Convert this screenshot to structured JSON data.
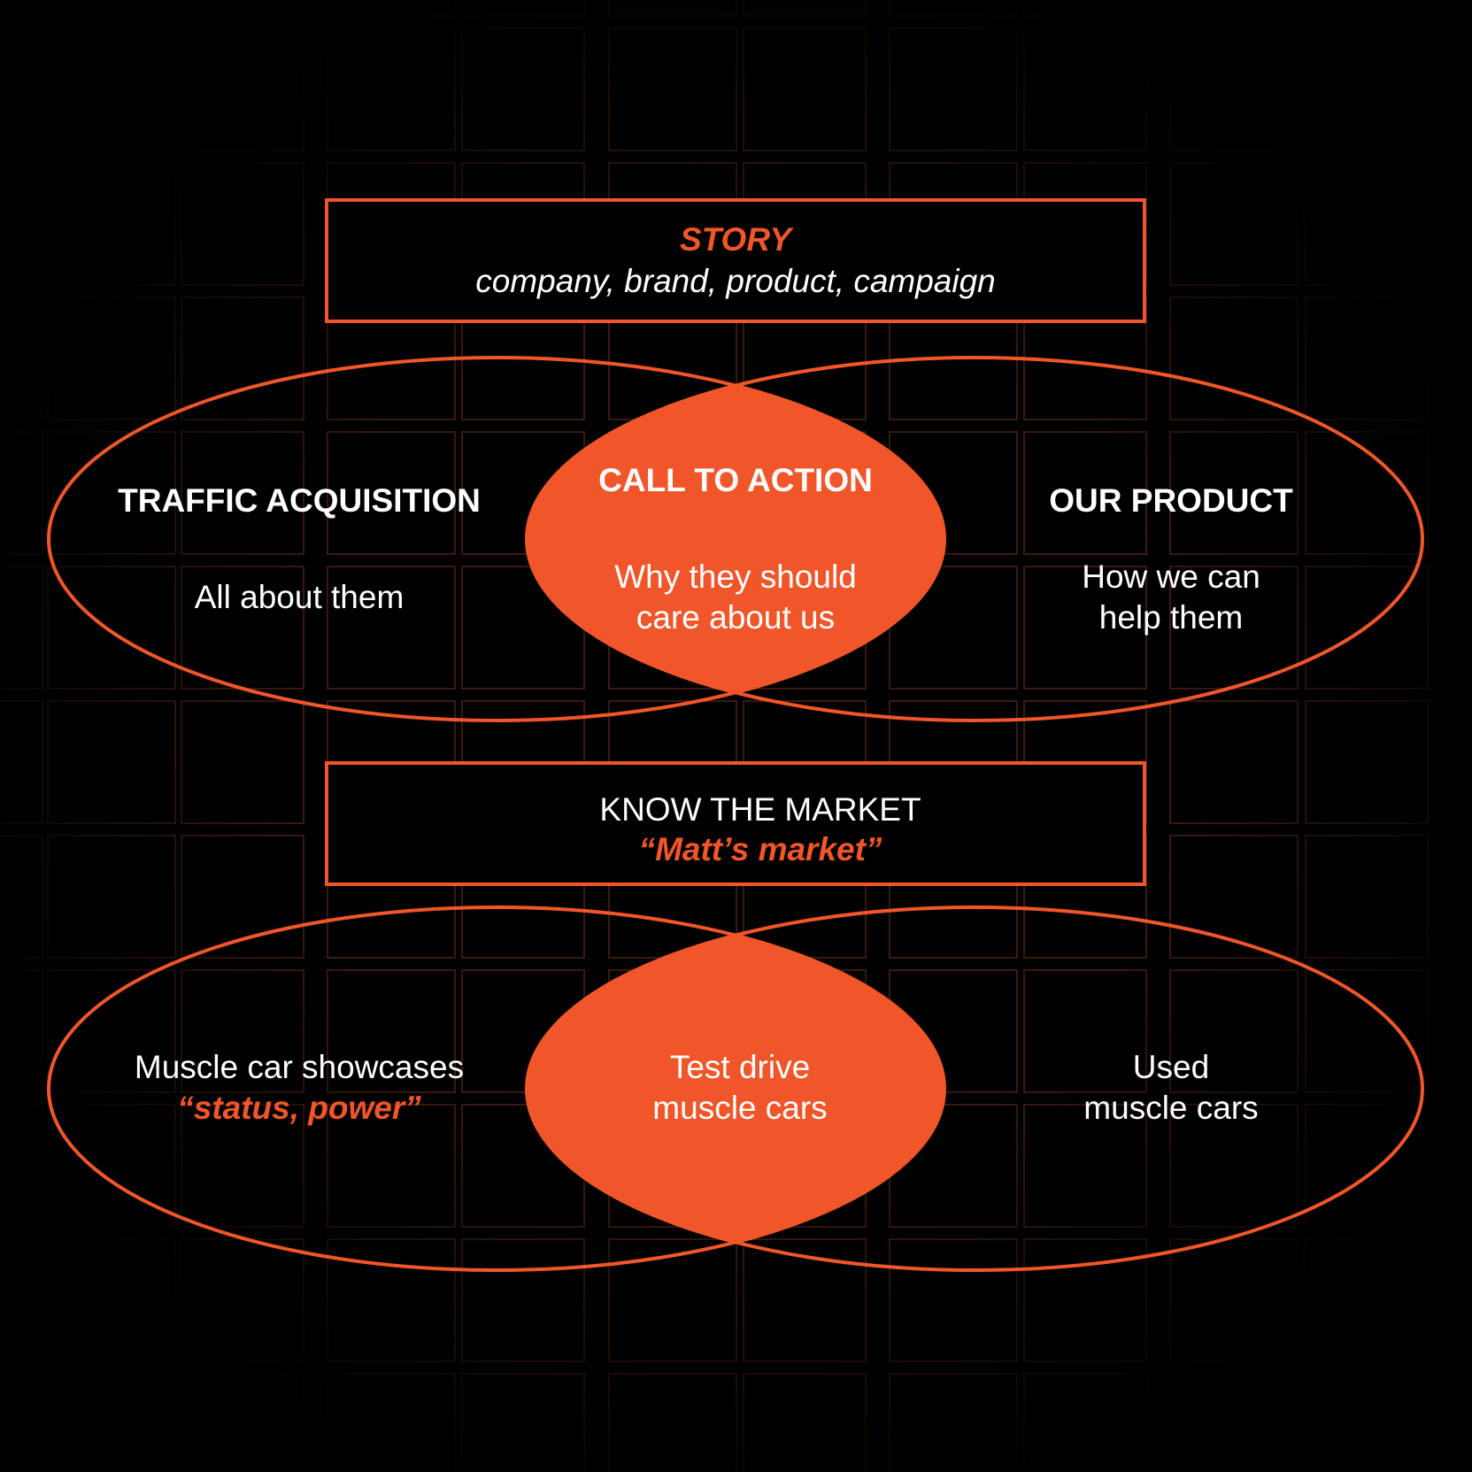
{
  "colors": {
    "accent": "#f0562a",
    "background": "#000000",
    "text": "#ffffff",
    "grid": "#3a1a10"
  },
  "story_box": {
    "title": "STORY",
    "subtitle": "company, brand, product, campaign"
  },
  "venn_top": {
    "left_title": "TRAFFIC ACQUISITION",
    "left_text": "All about them",
    "center_title": "CALL TO ACTION",
    "center_line1": "Why they should",
    "center_line2": "care about us",
    "right_title": "OUR PRODUCT",
    "right_line1": "How we can",
    "right_line2": "help them"
  },
  "market_box": {
    "title": "KNOW THE MARKET",
    "subtitle": "“Matt’s market”"
  },
  "venn_bottom": {
    "left_line1": "Muscle car showcases",
    "left_line2": "“status, power”",
    "center_line1": "Test drive",
    "center_line2": "muscle cars",
    "right_line1": "Used",
    "right_line2": "muscle cars"
  }
}
